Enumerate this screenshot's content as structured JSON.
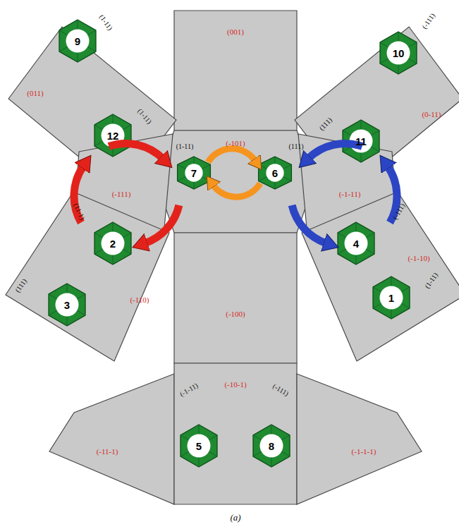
{
  "diagram": {
    "caption": "(a)",
    "nodes": [
      {
        "text": [
          "(001)"
        ]
      },
      {
        "text": [
          "(011)"
        ]
      },
      {
        "text": [
          "(0-11)"
        ]
      },
      {
        "text": [
          "(-101)"
        ]
      },
      {
        "text": [
          "(-111)"
        ]
      },
      {
        "text": [
          "(-1-11)"
        ]
      },
      {
        "text": [
          "(-110)"
        ]
      },
      {
        "text": [
          "(-1-10)"
        ]
      },
      {
        "text": [
          "(-100)"
        ]
      },
      {
        "text": [
          "(-11-1)"
        ]
      },
      {
        "text": [
          "(-10-1)"
        ]
      },
      {
        "text": [
          "(-1-1-1)"
        ]
      },
      {
        "text": [
          "9"
        ]
      },
      {
        "text": [
          "10"
        ]
      },
      {
        "text": [
          "12"
        ]
      },
      {
        "text": [
          "11"
        ]
      },
      {
        "text": [
          "7"
        ]
      },
      {
        "text": [
          "6"
        ]
      },
      {
        "text": [
          "2"
        ]
      },
      {
        "text": [
          "4"
        ]
      },
      {
        "text": [
          "3"
        ]
      },
      {
        "text": [
          "1"
        ]
      },
      {
        "text": [
          "5"
        ]
      },
      {
        "text": [
          "8"
        ]
      }
    ],
    "labels": [
      "(1-11)",
      "(1-11)",
      "(1-11)",
      "(111)",
      "(111)",
      "(-111)",
      "(-111)",
      "(1-11)",
      "(11-1)",
      "(111)",
      "(-1-11)",
      "(-111)"
    ]
  }
}
